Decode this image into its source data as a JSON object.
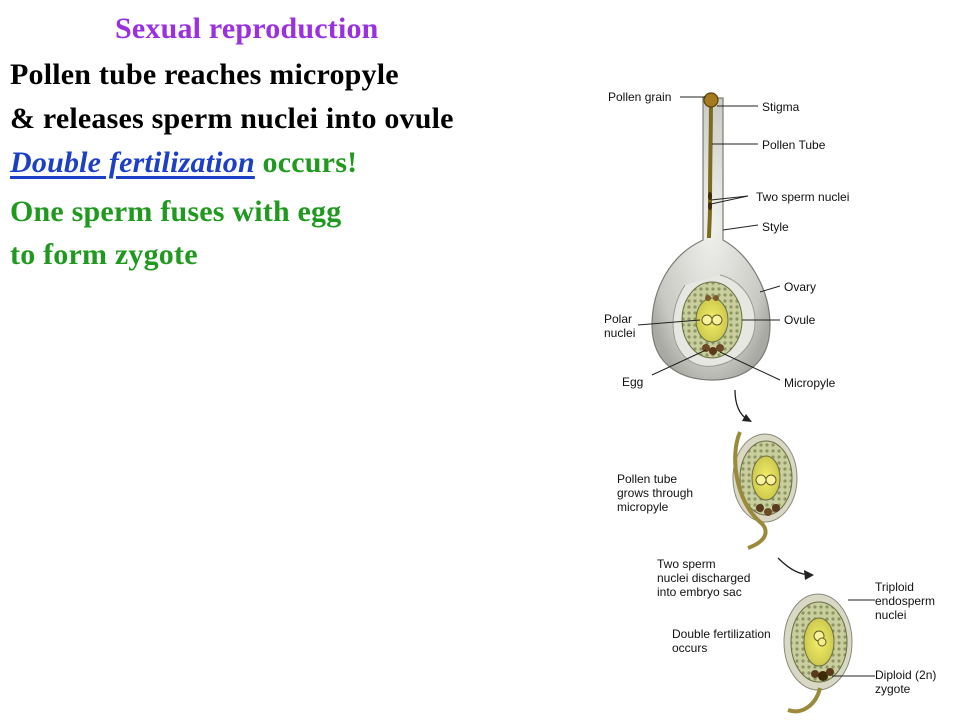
{
  "slide": {
    "title": "Sexual reproduction",
    "line1": "Pollen tube reaches micropyle",
    "line2": "& releases sperm nuclei into ovule",
    "line3_link": "Double fertilization",
    "line3_rest": " occurs!",
    "line4": "One sperm fuses with egg",
    "line5": "to form zygote"
  },
  "colors": {
    "title": "#9b30e0",
    "body": "#000000",
    "link": "#1c3fc8",
    "green": "#1f9a1f"
  },
  "figure": {
    "labels": {
      "pollen_grain": "Pollen grain",
      "stigma": "Stigma",
      "pollen_tube": "Pollen Tube",
      "two_sperm_nuclei": "Two sperm nuclei",
      "style": "Style",
      "ovary": "Ovary",
      "polar_nuclei": "Polar\nnuclei",
      "ovule": "Ovule",
      "egg": "Egg",
      "micropyle": "Micropyle",
      "pollen_tube_grows": "Pollen tube\ngrows through\nmicropyle",
      "two_sperm_discharged": "Two sperm\nnuclei discharged\ninto embryo sac",
      "triploid": "Triploid\nendosperm\nnuclei",
      "double_fert": "Double fertilization\noccurs",
      "diploid": "Diploid (2n)\nzygote"
    }
  }
}
